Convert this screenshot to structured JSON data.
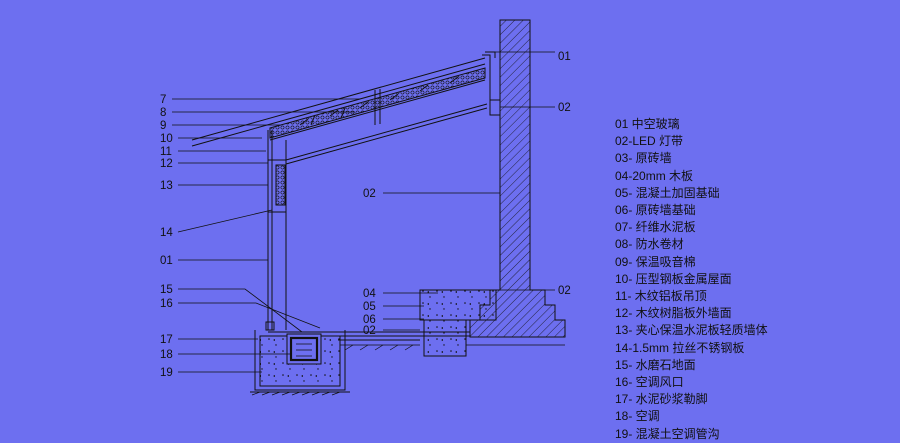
{
  "colors": {
    "background": "#6d6ff0",
    "line": "#111111"
  },
  "callouts_left": [
    "7",
    "8",
    "9",
    "10",
    "11",
    "12",
    "13",
    "14",
    "01",
    "15",
    "16",
    "17",
    "18",
    "19"
  ],
  "callouts_right": {
    "top": "01",
    "upper": "02",
    "wall": "02",
    "floor_04": "04",
    "floor_05": "05",
    "floor_06": "06",
    "floor_02": "02",
    "footing_02": "02"
  },
  "legend": [
    "01 中空玻璃",
    "02-LED 灯带",
    "03- 原砖墙",
    "04-20mm 木板",
    "05- 混凝土加固基础",
    "06- 原砖墙基础",
    "07- 纤维水泥板",
    "08- 防水卷材",
    "09- 保温吸音棉",
    "10- 压型钢板金属屋面",
    "11- 木纹铝板吊顶",
    "12- 木纹树脂板外墙面",
    "13- 夹心保温水泥板轻质墙体",
    "14-1.5mm 拉丝不锈钢板",
    "15- 水磨石地面",
    "16- 空调风口",
    "17- 水泥砂浆勒脚",
    "18- 空调",
    "19- 混凝土空调管沟"
  ]
}
